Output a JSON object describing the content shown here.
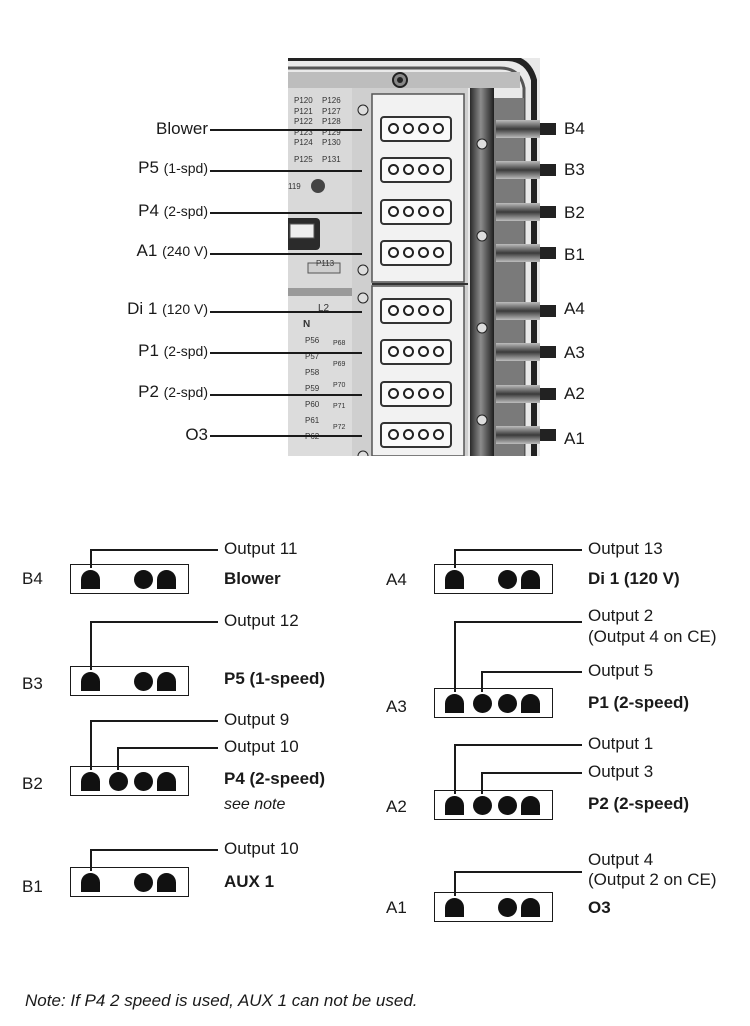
{
  "photo": {
    "left_labels": {
      "blower": "Blower",
      "p5_main": "P5",
      "p5_sub": "(1-spd)",
      "p4_main": "P4",
      "p4_sub": "(2-spd)",
      "a1_main": "A1",
      "a1_sub": "(240 V)",
      "di1_main": "Di 1",
      "di1_sub": "(120 V)",
      "p1_main": "P1",
      "p1_sub": "(2-spd)",
      "p2_main": "P2",
      "p2_sub": "(2-spd)",
      "o3": "O3"
    },
    "right_labels": [
      "B4",
      "B3",
      "B2",
      "B1",
      "A4",
      "A3",
      "A2",
      "A1"
    ],
    "board_labels": {
      "p120": "P120",
      "p121": "P121",
      "p122": "P122",
      "p123": "P123",
      "p124": "P124",
      "p125": "P125",
      "p126": "P126",
      "p127": "P127",
      "p128": "P128",
      "p129": "P129",
      "p130": "P130",
      "p131": "P131",
      "p119": "119",
      "p113": "P113",
      "l2": "L2",
      "n": "N",
      "p56": "P56",
      "p57": "P57",
      "p58": "P58",
      "p59": "P59",
      "p60": "P60",
      "p61": "P61",
      "p62": "P62",
      "p68": "P68",
      "p69": "P69",
      "p70": "P70",
      "p71": "P71",
      "p72": "P72"
    }
  },
  "connectors": {
    "b4": {
      "id": "B4",
      "outputs": [
        "Output 11"
      ],
      "name": "Blower"
    },
    "b3": {
      "id": "B3",
      "outputs": [
        "Output 12"
      ],
      "name": "P5 (1-speed)"
    },
    "b2": {
      "id": "B2",
      "outputs": [
        "Output 9",
        "Output 10"
      ],
      "name": "P4 (2-speed)",
      "note": "see note"
    },
    "b1": {
      "id": "B1",
      "outputs": [
        "Output 10"
      ],
      "name": "AUX 1"
    },
    "a4": {
      "id": "A4",
      "outputs": [
        "Output 13"
      ],
      "name": "Di 1 (120 V)"
    },
    "a3": {
      "id": "A3",
      "outputs": [
        "Output 2",
        "(Output 4 on CE)",
        "Output 5"
      ],
      "name": "P1 (2-speed)"
    },
    "a2": {
      "id": "A2",
      "outputs": [
        "Output 1",
        "Output 3"
      ],
      "name": "P2 (2-speed)"
    },
    "a1": {
      "id": "A1",
      "outputs": [
        "Output 4",
        "(Output 2 on CE)"
      ],
      "name": "O3"
    }
  },
  "footnote": "Note: If P4 2 speed is used, AUX 1 can not be used."
}
